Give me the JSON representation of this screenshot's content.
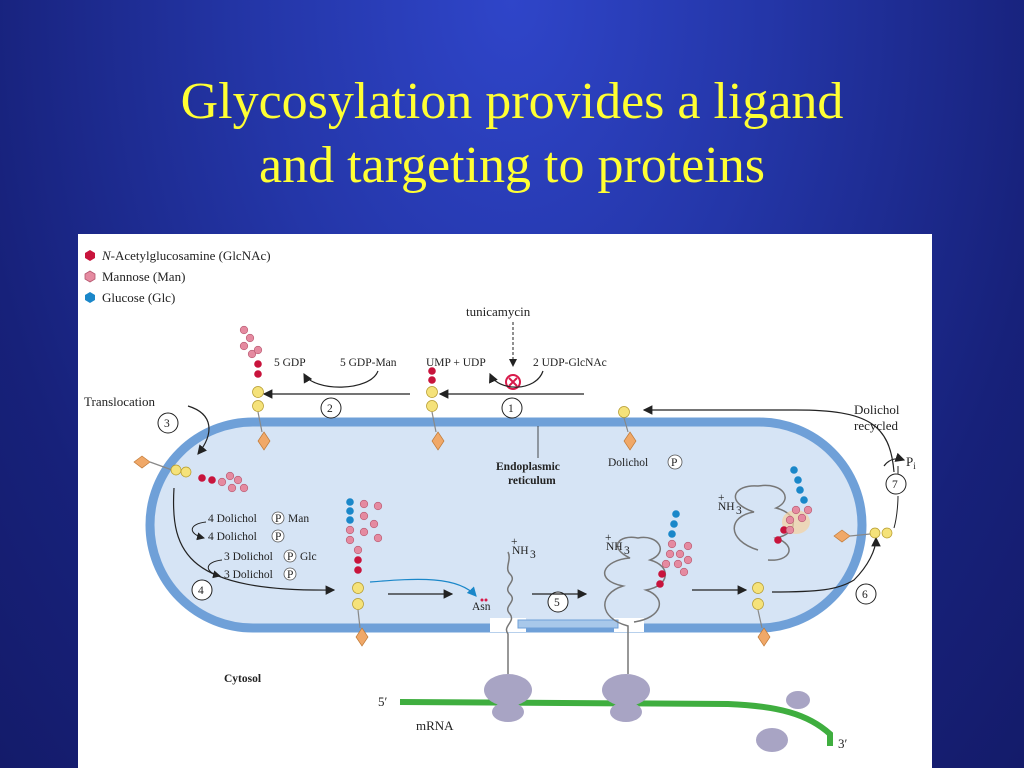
{
  "slide": {
    "title_line1": "Glycosylation provides a ligand",
    "title_line2": "and targeting to proteins"
  },
  "legend": {
    "glcnac": {
      "prefix": "N",
      "label": "-Acetylglucosamine (GlcNAc)",
      "color": "#c8143c"
    },
    "man": {
      "label": "Mannose (Man)",
      "color": "#e58aa0"
    },
    "glc": {
      "label": "Glucose (Glc)",
      "color": "#1a87c9"
    }
  },
  "labels": {
    "tunicamycin": "tunicamycin",
    "gdp5": "5 GDP",
    "gdpman5": "5 GDP-Man",
    "ump_udp": "UMP + UDP",
    "udpglcnac2": "2 UDP-GlcNAc",
    "translocation": "Translocation",
    "dolichol_recycled_1": "Dolichol",
    "dolichol_recycled_2": "recycled",
    "er_1": "Endoplasmic",
    "er_2": "reticulum",
    "dolichol": "Dolichol",
    "p": "P",
    "pi": "P",
    "pi_sub": "i",
    "dol_man": "4 Dolichol",
    "man_suffix": "Man",
    "dol_4": "4 Dolichol",
    "dol_glc": "3 Dolichol",
    "glc_suffix": "Glc",
    "dol_3": "3 Dolichol",
    "asn": "Asn",
    "nh3": "NH",
    "nh3_sub": "3",
    "plus": "+",
    "cytosol": "Cytosol",
    "five_prime": "5′",
    "three_prime": "3′",
    "mrna": "mRNA"
  },
  "steps": [
    "1",
    "2",
    "3",
    "4",
    "5",
    "6",
    "7"
  ],
  "colors": {
    "membrane": "#6fa0d8",
    "lumen": "#d6e4f5",
    "phosphate": "#f5e27a",
    "dolichol_anchor": "#f0a868",
    "mrna": "#3fae3f",
    "ribosome": "#a8a4c4",
    "inhibitor": "#d81a4a"
  }
}
